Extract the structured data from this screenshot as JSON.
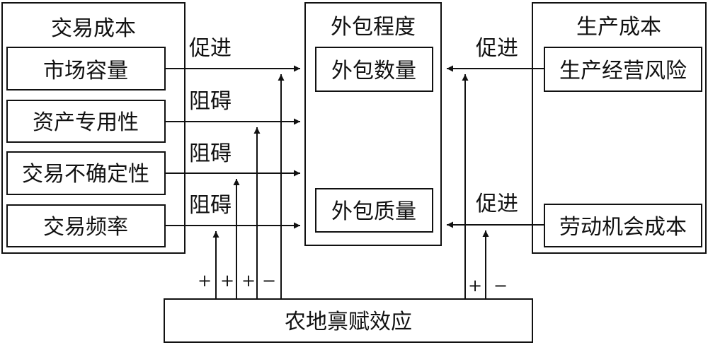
{
  "diagram": {
    "left_group": {
      "title": "交易成本",
      "items": [
        "市场容量",
        "资产专用性",
        "交易不确定性",
        "交易频率"
      ]
    },
    "center_group": {
      "title": "外包程度",
      "items": [
        "外包数量",
        "外包质量"
      ]
    },
    "right_group": {
      "title": "生产成本",
      "items": [
        "生产经营风险",
        "劳动机会成本"
      ]
    },
    "bottom_box": "农地禀赋效应",
    "left_edge_labels": [
      "促进",
      "阻碍",
      "阻碍",
      "阻碍"
    ],
    "right_edge_labels": [
      "促进",
      "促进"
    ],
    "left_signs": [
      "+",
      "+",
      "+",
      "−"
    ],
    "right_signs": [
      "+",
      "−"
    ]
  }
}
